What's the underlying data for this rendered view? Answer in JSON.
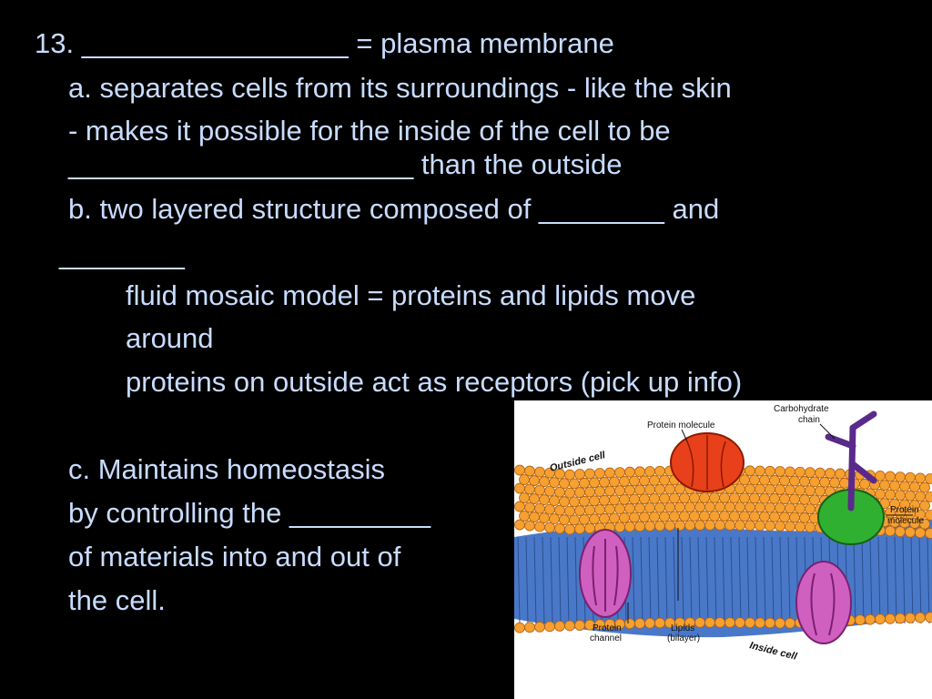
{
  "slide": {
    "lines": [
      "13. _________________ = plasma membrane",
      "a. separates cells from its surroundings - like the skin",
      "- makes it possible for the inside of the cell to be",
      "______________________ than the outside",
      "b. two layered structure composed of ________ and",
      "________",
      "fluid mosaic model = proteins and lipids move",
      "around",
      "proteins on outside act as receptors (pick up info)",
      "c. Maintains homeostasis",
      "by controlling the _________",
      "of materials into and out of",
      "the cell."
    ]
  },
  "diagram": {
    "labels": {
      "outside_cell": "Outside cell",
      "protein_molecule_top": "Protein molecule",
      "carbohydrate": "Carbohydrate",
      "chain": "chain",
      "protein_right_1": "Protein",
      "protein_right_2": "molecule",
      "protein_channel_1": "Protein",
      "protein_channel_2": "channel",
      "lipids_1": "Lipids",
      "lipids_2": "(bilayer)",
      "inside_cell": "Inside cell"
    },
    "colors": {
      "lipid_head": "#f5a030",
      "lipid_tail": "#4a78c8",
      "protein_red": "#e8401a",
      "protein_green": "#30b030",
      "protein_channel": "#d060c0",
      "carbohydrate": "#5a2a8a"
    }
  }
}
